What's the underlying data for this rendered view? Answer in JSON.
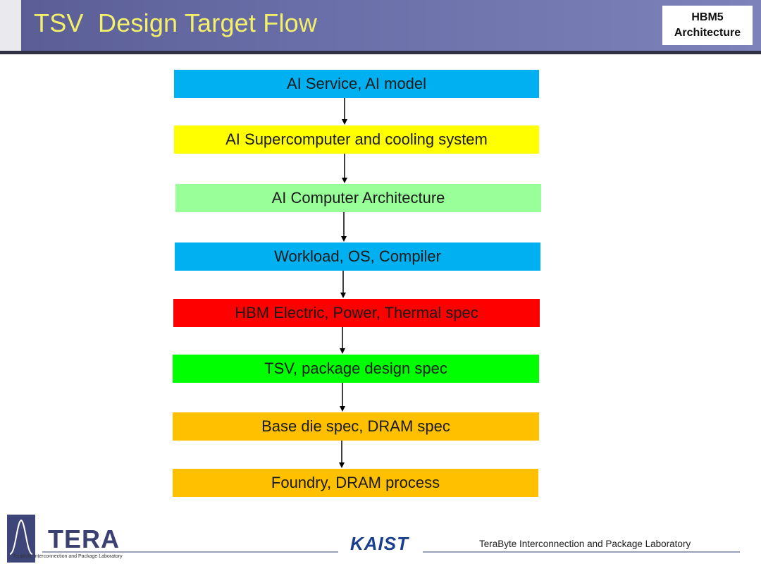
{
  "header": {
    "title": "TSV  Design Target Flow",
    "badge_line1": "HBM5",
    "badge_line2": "Architecture"
  },
  "flow": [
    {
      "label": "AI Service, AI model",
      "color": "#00b0f0"
    },
    {
      "label": "AI Supercomputer and cooling system",
      "color": "#ffff00"
    },
    {
      "label": "AI Computer Architecture",
      "color": "#99ff99"
    },
    {
      "label": "Workload, OS, Compiler",
      "color": "#00b0f0"
    },
    {
      "label": "HBM Electric, Power, Thermal spec",
      "color": "#ff0000"
    },
    {
      "label": "TSV, package design spec",
      "color": "#00ff00"
    },
    {
      "label": "Base die spec, DRAM spec",
      "color": "#ffc000"
    },
    {
      "label": "Foundry, DRAM process",
      "color": "#ffc000"
    }
  ],
  "footer": {
    "tera_logo": "TERA",
    "tera_subtitle": "TeraByte Interconnection and Package Laboratory",
    "university_logo": "KAIST",
    "lab_name": "TeraByte Interconnection and Package Laboratory"
  }
}
